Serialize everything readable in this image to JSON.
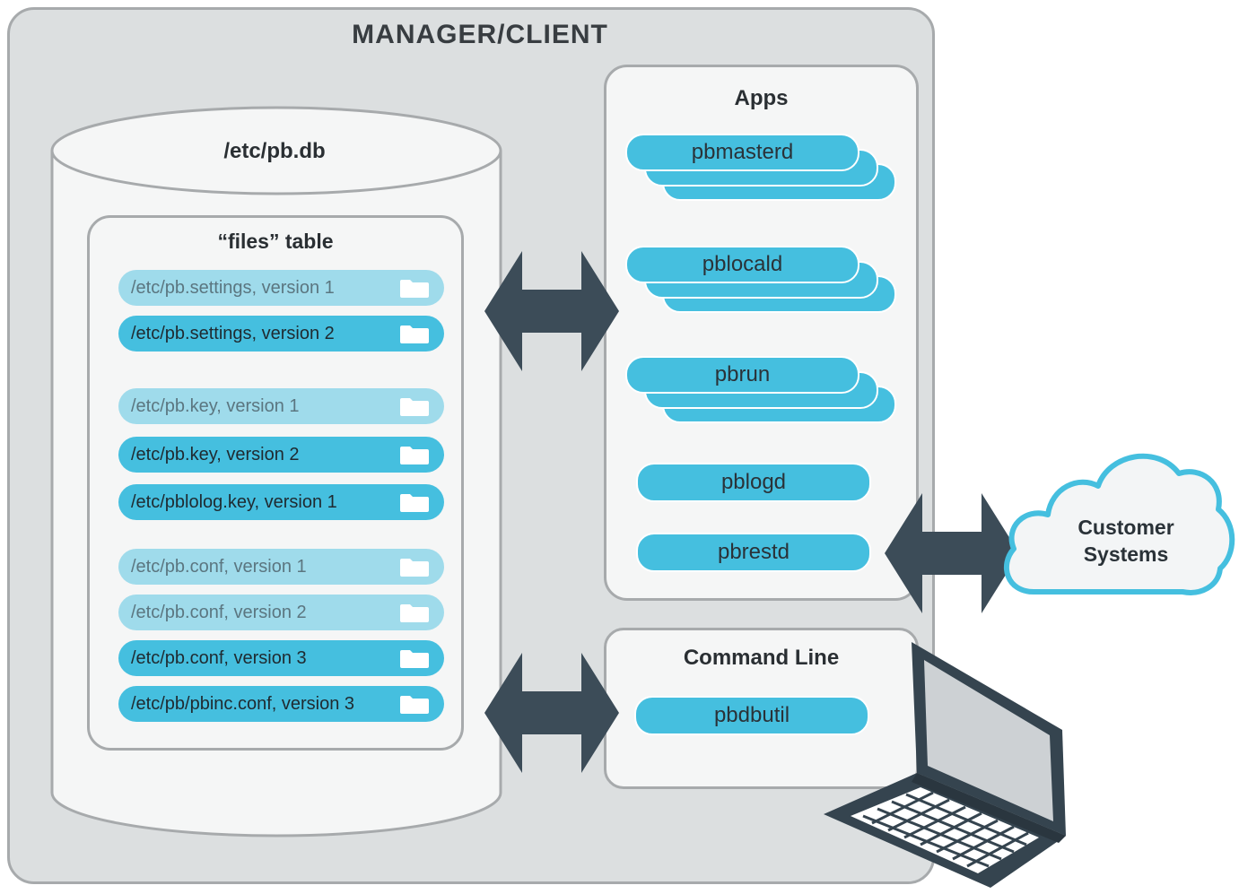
{
  "title": "MANAGER/CLIENT",
  "database": {
    "name": "/etc/pb.db",
    "table_title": "“files” table",
    "rows": [
      {
        "label": "/etc/pb.settings, version 1",
        "state": "old"
      },
      {
        "label": "/etc/pb.settings, version 2",
        "state": "active"
      },
      {
        "label": "/etc/pb.key, version 1",
        "state": "old"
      },
      {
        "label": "/etc/pb.key, version 2",
        "state": "active"
      },
      {
        "label": "/etc/pblolog.key, version 1",
        "state": "active"
      },
      {
        "label": "/etc/pb.conf, version 1",
        "state": "old"
      },
      {
        "label": "/etc/pb.conf, version 2",
        "state": "old"
      },
      {
        "label": "/etc/pb.conf, version 3",
        "state": "active"
      },
      {
        "label": "/etc/pb/pbinc.conf, version 3",
        "state": "active"
      }
    ]
  },
  "apps": {
    "title": "Apps",
    "items": [
      {
        "label": "pbmasterd",
        "stacked": true
      },
      {
        "label": "pblocald",
        "stacked": true
      },
      {
        "label": "pbrun",
        "stacked": true
      },
      {
        "label": "pblogd",
        "stacked": false
      },
      {
        "label": "pbrestd",
        "stacked": false
      }
    ]
  },
  "command_line": {
    "title": "Command Line",
    "items": [
      {
        "label": "pbdbutil"
      }
    ]
  },
  "cloud": {
    "line1": "Customer",
    "line2": "Systems"
  },
  "colors": {
    "active_pill": "#45bfdf",
    "inactive_pill": "#9fdbeb",
    "arrow": "#3c4c58",
    "panel_bg": "#dcdfe0",
    "box_bg": "#f5f6f6",
    "border": "#a7aaac",
    "cloud_fill": "#f3f5f6",
    "cloud_stroke": "#45bfdf",
    "laptop": "#35444f"
  }
}
